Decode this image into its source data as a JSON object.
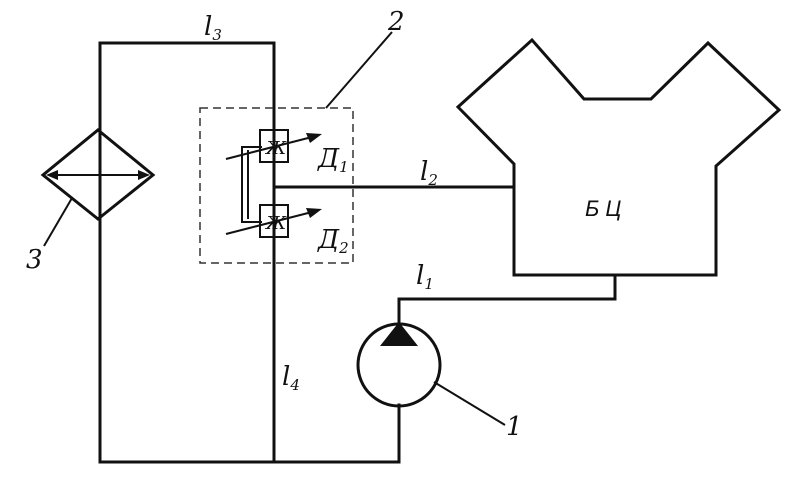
{
  "labels": {
    "l1": {
      "main": "l",
      "sub": "1"
    },
    "l2": {
      "main": "l",
      "sub": "2"
    },
    "l3": {
      "main": "l",
      "sub": "3"
    },
    "l4": {
      "main": "l",
      "sub": "4"
    },
    "d1": {
      "main": "Д",
      "sub": "1"
    },
    "d2": {
      "main": "Д",
      "sub": "2"
    },
    "unit": "Б  Ц",
    "num1": "1",
    "num2": "2",
    "num3": "3"
  },
  "palette": {
    "line": "#111111",
    "dashed": "#333333",
    "background": "#ffffff"
  },
  "icons": [
    "pump-icon",
    "heat-exchanger-icon",
    "throttle-valve-icon"
  ]
}
